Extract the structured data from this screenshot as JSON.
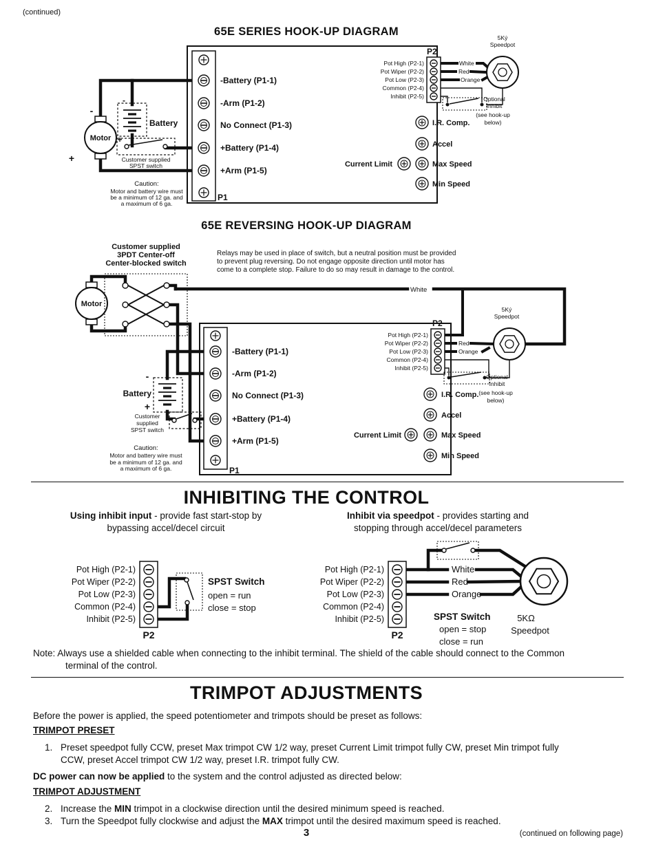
{
  "page": {
    "continued_top": "(continued)",
    "continued_bottom": "(continued on following page)",
    "page_number": "3"
  },
  "shared": {
    "p2_label": "P2",
    "p1_label": "P1",
    "p2_terminals": [
      "Pot High (P2-1)",
      "Pot Wiper (P2-2)",
      "Pot Low (P2-3)",
      "Common (P2-4)",
      "Inhibit (P2-5)"
    ],
    "p1_terminals": [
      "-Battery (P1-1)",
      "-Arm (P1-2)",
      "No Connect (P1-3)",
      "+Battery (P1-4)",
      "+Arm (P1-5)"
    ],
    "trimpots": [
      "I.R. Comp.",
      "Accel",
      "Max Speed",
      "Min Speed"
    ],
    "current_limit": "Current Limit",
    "wire_white": "White",
    "wire_red": "Red",
    "wire_orange": "Orange",
    "optional_inhibit": [
      "Optional",
      "Inhibit",
      "(see hook-up",
      "below)"
    ],
    "caution": [
      "Caution:",
      "Motor and battery wire must",
      "be a minimum of 12 ga. and",
      "a maximum of 6 ga."
    ],
    "motor": "Motor",
    "battery": "Battery",
    "minus": "-",
    "plus": "+",
    "speedpot_5k": [
      "5Ký",
      "Speedpot"
    ]
  },
  "diagram1": {
    "title": "65E SERIES HOOK-UP DIAGRAM",
    "spst_note": [
      "Customer supplied",
      "SPST switch"
    ]
  },
  "diagram2": {
    "title": "65E REVERSING HOOK-UP DIAGRAM",
    "switch_label": [
      "Customer supplied",
      "3PDT Center-off",
      "Center-blocked switch"
    ],
    "relay_note": [
      "Relays may be used in place of switch, but a neutral position must be provided",
      "to prevent plug reversing. Do not engage opposite direction until motor has",
      "come to a complete stop. Failure to do so may result in damage to the control."
    ],
    "spst_note": [
      "Customer",
      "supplied",
      "SPST switch"
    ]
  },
  "inhibiting": {
    "title": "INHIBITING THE CONTROL",
    "left_lead": "Using inhibit input",
    "left_rest": " - provide fast start-stop by bypassing accel/decel circuit",
    "right_lead": "Inhibit via speedpot",
    "right_rest": " - provides starting and stopping through accel/decel parameters",
    "left_switch_title": "SPST Switch",
    "left_switch_open": "open = run",
    "left_switch_close": "close = stop",
    "right_switch_title": "SPST Switch",
    "right_switch_open": "open = stop",
    "right_switch_close": "close = run",
    "speedpot_value": "5KΩ",
    "speedpot_word": "Speedpot",
    "note_line1": "Note: Always use a shielded cable when connecting to the inhibit terminal. The shield of the cable should connect to the Common",
    "note_line2": "terminal of the control."
  },
  "trimpot": {
    "title": "TRIMPOT ADJUSTMENTS",
    "intro": "Before the power is applied, the speed potentiometer and trimpots should be preset as follows:",
    "preset_heading": "TRIMPOT PRESET",
    "item1_num": "1.",
    "item1_line1": "Preset speedpot fully CCW, preset Max trimpot CW 1/2 way, preset Current Limit trimpot fully CW, preset Min trimpot fully",
    "item1_line2": "CCW, preset Accel trimpot CW 1/2 way, preset I.R. trimpot fully CW.",
    "dc_lead": "DC power can now be applied",
    "dc_rest": " to the system and the control adjusted as directed below:",
    "adjust_heading": "TRIMPOT ADJUSTMENT",
    "item2_num": "2.",
    "item2_pre": "Increase the ",
    "item2_bold": "MIN",
    "item2_post": " trimpot in a clockwise direction until the desired minimum speed is reached.",
    "item3_num": "3.",
    "item3_pre": "Turn the Speedpot fully clockwise and adjust the ",
    "item3_bold": "MAX",
    "item3_post": " trimpot until the desired maximum speed is reached."
  }
}
